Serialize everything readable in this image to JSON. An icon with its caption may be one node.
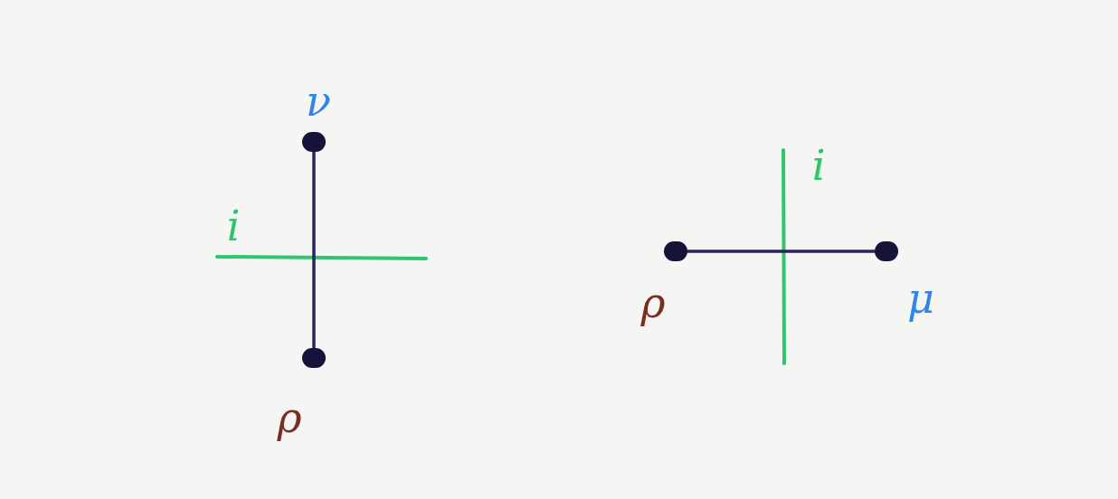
{
  "diagram": {
    "nodes": [
      {
        "text": [],
        "shape": "circle",
        "beside": [
          "ν"
        ]
      },
      {
        "text": [],
        "shape": "circle",
        "beside": [
          "ρ"
        ]
      },
      {
        "text": [],
        "shape": "circle",
        "beside": [
          "ρ"
        ]
      },
      {
        "text": [],
        "shape": "circle",
        "beside": [
          "μ"
        ]
      }
    ],
    "edges": [
      {
        "from": 0,
        "to": 1,
        "arrow": "none"
      },
      {
        "from": 2,
        "to": 3,
        "arrow": "none"
      }
    ],
    "labels": [
      "i",
      "i"
    ]
  }
}
